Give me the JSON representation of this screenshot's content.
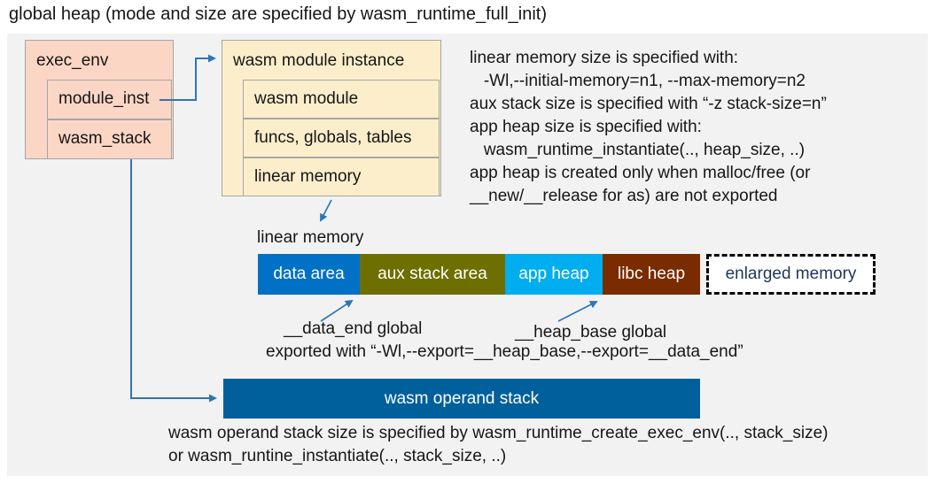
{
  "title": "global heap (mode and size are specified by wasm_runtime_full_init)",
  "colors": {
    "canvas": "#F2F2F2",
    "box-pink": "#FBD6C5",
    "box-cream": "#FCEECB",
    "box-border": "#A6A6A6",
    "seg-data": "#0071C5",
    "seg-aux": "#6D6F00",
    "seg-app": "#00AEEF",
    "seg-libc": "#7B2B00",
    "operand": "#00609C",
    "arrow": "#2E75B6",
    "enlarged-text": "#1F355C"
  },
  "exec_env": {
    "header": "exec_env",
    "rows": [
      "module_inst",
      "wasm_stack"
    ]
  },
  "module_instance": {
    "header": "wasm module instance",
    "rows": [
      "wasm module",
      "funcs, globals, tables",
      "linear memory"
    ]
  },
  "notes_right": {
    "lines": [
      "linear memory size is specified with:",
      "   -Wl,--initial-memory=n1, --max-memory=n2",
      "aux stack size is specified with “-z stack-size=n”",
      "app heap size is specified with:",
      "   wasm_runtime_instantiate(.., heap_size, ..)",
      "app heap is created only when malloc/free (or",
      "__new/__release for as) are not exported"
    ]
  },
  "linear_memory": {
    "label": "linear memory",
    "segments": [
      {
        "label": "data area",
        "color": "#0071C5"
      },
      {
        "label": "aux stack area",
        "color": "#6D6F00"
      },
      {
        "label": "app heap",
        "color": "#00AEEF"
      },
      {
        "label": "libc heap",
        "color": "#7B2B00"
      }
    ],
    "enlarged_label": "enlarged memory"
  },
  "annotations": {
    "data_end": "__data_end global",
    "heap_base": "__heap_base global",
    "exported": "exported with “-Wl,--export=__heap_base,--export=__data_end”"
  },
  "operand_stack": {
    "label": "wasm operand stack"
  },
  "bottom_notes": {
    "lines": [
      "wasm operand stack size is specified by wasm_runtime_create_exec_env(.., stack_size)",
      "or wasm_runtine_instantiate(.., stack_size, ..)"
    ]
  }
}
